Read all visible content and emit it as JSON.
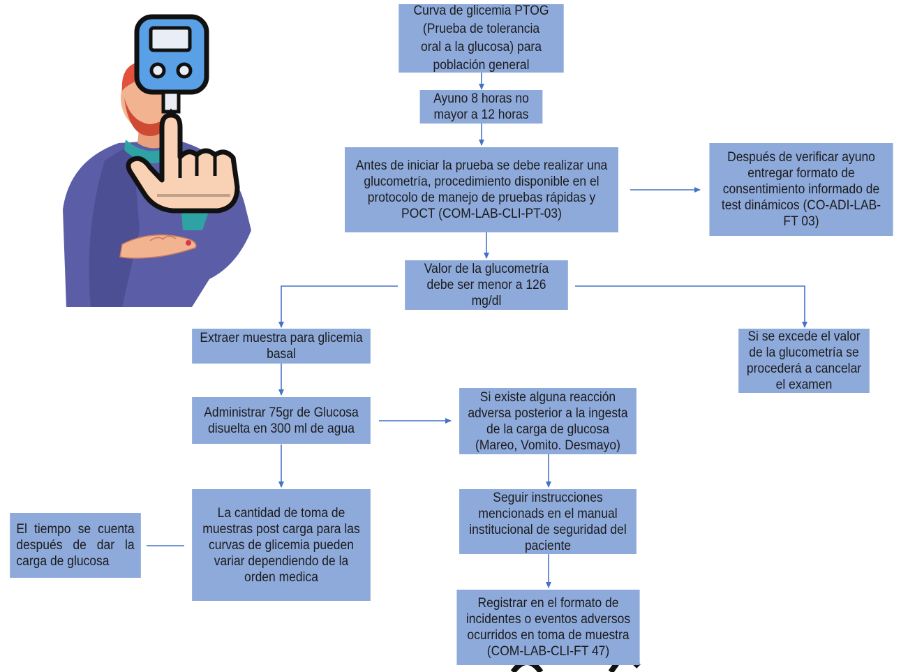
{
  "boxes": {
    "title": "Curva de glicemia PTOG\n(Prueba de tolerancia\noral a la glucosa) para\npoblación general",
    "fasting": "Ayuno 8 horas no\nmayor a 12 horas",
    "before_test": "Antes de iniciar la prueba se debe realizar una\nglucometría, procedimiento disponible en el\nprotocolo de manejo de pruebas rápidas y\nPOCT (COM-LAB-CLI-PT-03)",
    "consent": "Después de verificar ayuno\nentregar formato de\nconsentimiento informado de\ntest dinámicos (CO-ADI-LAB-\nFT 03)",
    "glucometry_value": "Valor de la glucometría\ndebe ser menor a 126\nmg/dl",
    "extract_sample": "Extraer muestra para glicemia\nbasal",
    "cancel_exam": "Si se excede el valor\nde la glucometría se\nprocederá a cancelar\nel examen",
    "administer": "Administrar 75gr de Glucosa\ndisuelta en 300 ml de agua",
    "adverse_reaction": "Si existe alguna reacción\nadversa posterior a la ingesta\nde la carga de glucosa\n(Mareo, Vomito. Desmayo)",
    "sample_count": "La cantidad de toma de\nmuestras post carga para las\ncurvas de glicemia pueden\nvariar dependiendo de la\norden medica",
    "time_note": "El tiempo se cuenta después de dar la carga de glucosa",
    "follow_instructions": "Seguir instrucciones\nmencionads en el manual\ninstitucional de seguridad del\npaciente",
    "register": "Registrar en el formato de\nincidentes o eventos adversos\nocurridos en toma de muestra\n(COM-LAB-CLI-FT 47)"
  },
  "colors": {
    "box_fill": "#8eaadb",
    "connector": "#4472c4",
    "text": "#1b1b1b"
  },
  "icons": [
    "person-with-glucometer-illustration",
    "glucometer-icon",
    "pointing-hand-icon",
    "blood-drop-icon"
  ]
}
